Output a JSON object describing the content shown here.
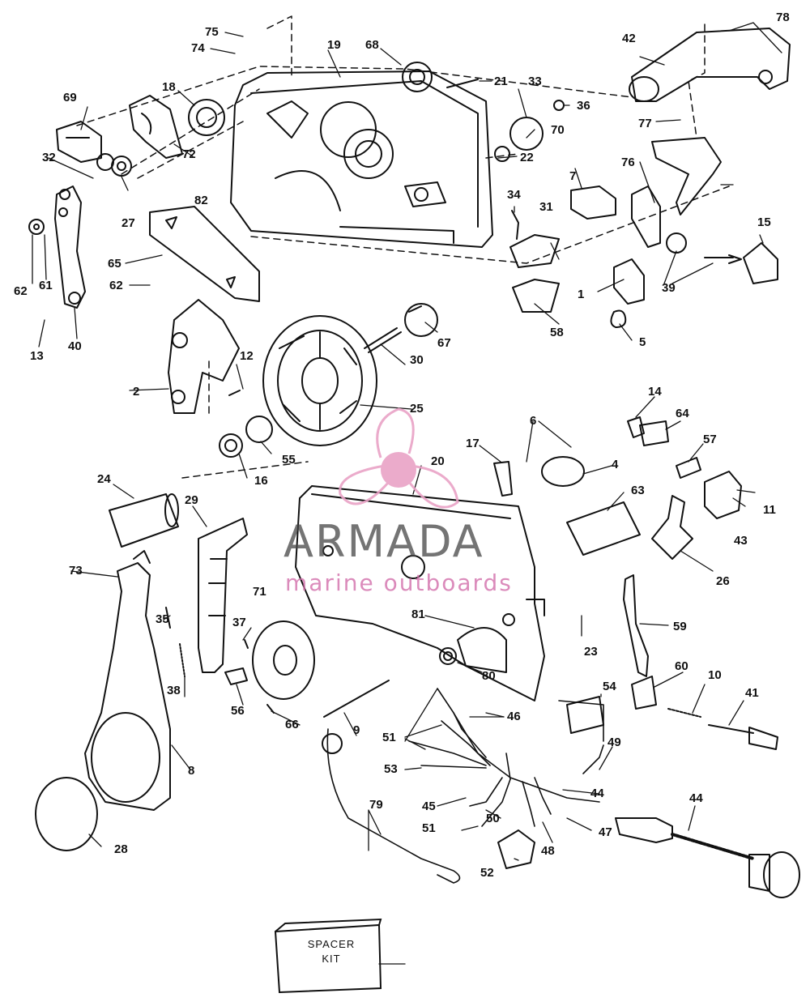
{
  "watermark": {
    "brand": "ARMADA",
    "tagline": "marine outboards"
  },
  "spacer_kit": {
    "line1": "SPACER",
    "line2": "KIT"
  },
  "callouts": [
    "1",
    "2",
    "4",
    "5",
    "6",
    "7",
    "8",
    "9",
    "10",
    "11",
    "12",
    "13",
    "14",
    "15",
    "16",
    "17",
    "18",
    "19",
    "20",
    "21",
    "22",
    "23",
    "24",
    "25",
    "26",
    "27",
    "28",
    "29",
    "30",
    "31",
    "32",
    "33",
    "34",
    "35",
    "36",
    "37",
    "38",
    "39",
    "40",
    "41",
    "42",
    "43",
    "44",
    "45",
    "46",
    "47",
    "48",
    "49",
    "50",
    "51",
    "52",
    "53",
    "54",
    "55",
    "56",
    "57",
    "58",
    "59",
    "60",
    "61",
    "62",
    "63",
    "64",
    "65",
    "66",
    "67",
    "68",
    "69",
    "70",
    "71",
    "72",
    "73",
    "74",
    "75",
    "76",
    "77",
    "78",
    "79",
    "80",
    "81",
    "82"
  ]
}
